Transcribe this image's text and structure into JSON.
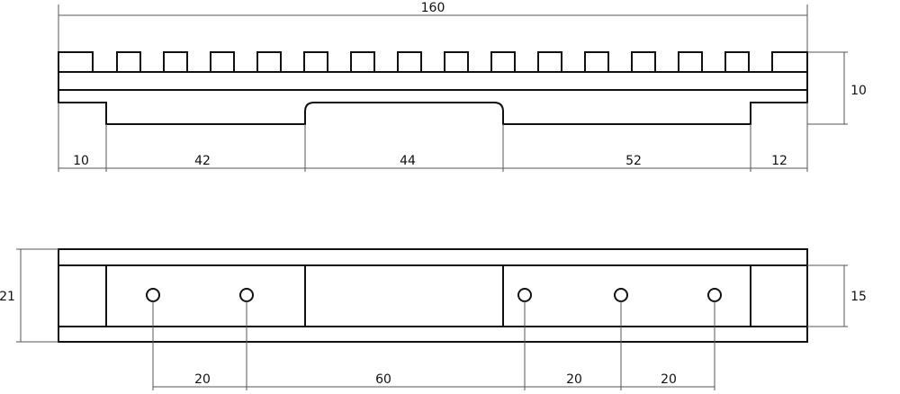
{
  "top_view": {
    "overall_length": "160",
    "height": "10",
    "segments": [
      "10",
      "42",
      "44",
      "52",
      "12"
    ]
  },
  "bottom_view": {
    "width": "21",
    "slot_width": "15",
    "hole_spacings": [
      "20",
      "60",
      "20",
      "20"
    ]
  },
  "colors": {
    "line": "#111111",
    "dimension": "#555555",
    "background": "#ffffff"
  }
}
